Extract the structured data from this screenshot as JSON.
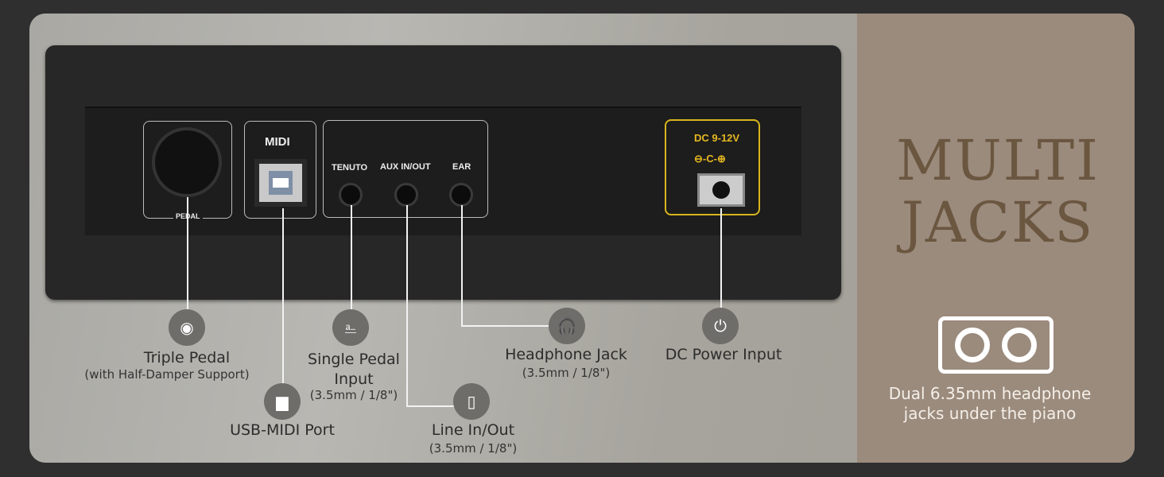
{
  "panel": {
    "pedal_label": "PEDAL",
    "midi_label": "MIDI",
    "tenuto_label": "TENUTO",
    "aux_label": "AUX IN/OUT",
    "ear_label": "EAR",
    "dc_label": "DC 9-12V",
    "polarity": "⊖-C-⊕"
  },
  "callouts": {
    "triple_pedal": {
      "title": "Triple Pedal",
      "sub": "(with Half-Damper Support)"
    },
    "usb_midi": {
      "title": "USB-MIDI Port"
    },
    "single_pedal": {
      "title": "Single Pedal",
      "title2": "Input",
      "sub": "(3.5mm / 1/8\")"
    },
    "line_io": {
      "title": "Line In/Out",
      "sub": "(3.5mm / 1/8\")"
    },
    "headphone": {
      "title": "Headphone Jack",
      "sub": "(3.5mm / 1/8\")"
    },
    "dc_power": {
      "title": "DC Power Input"
    }
  },
  "side": {
    "title_line1": "MULTI",
    "title_line2": "JACKS",
    "caption_line1": "Dual 6.35mm headphone",
    "caption_line2": "jacks under the piano"
  }
}
